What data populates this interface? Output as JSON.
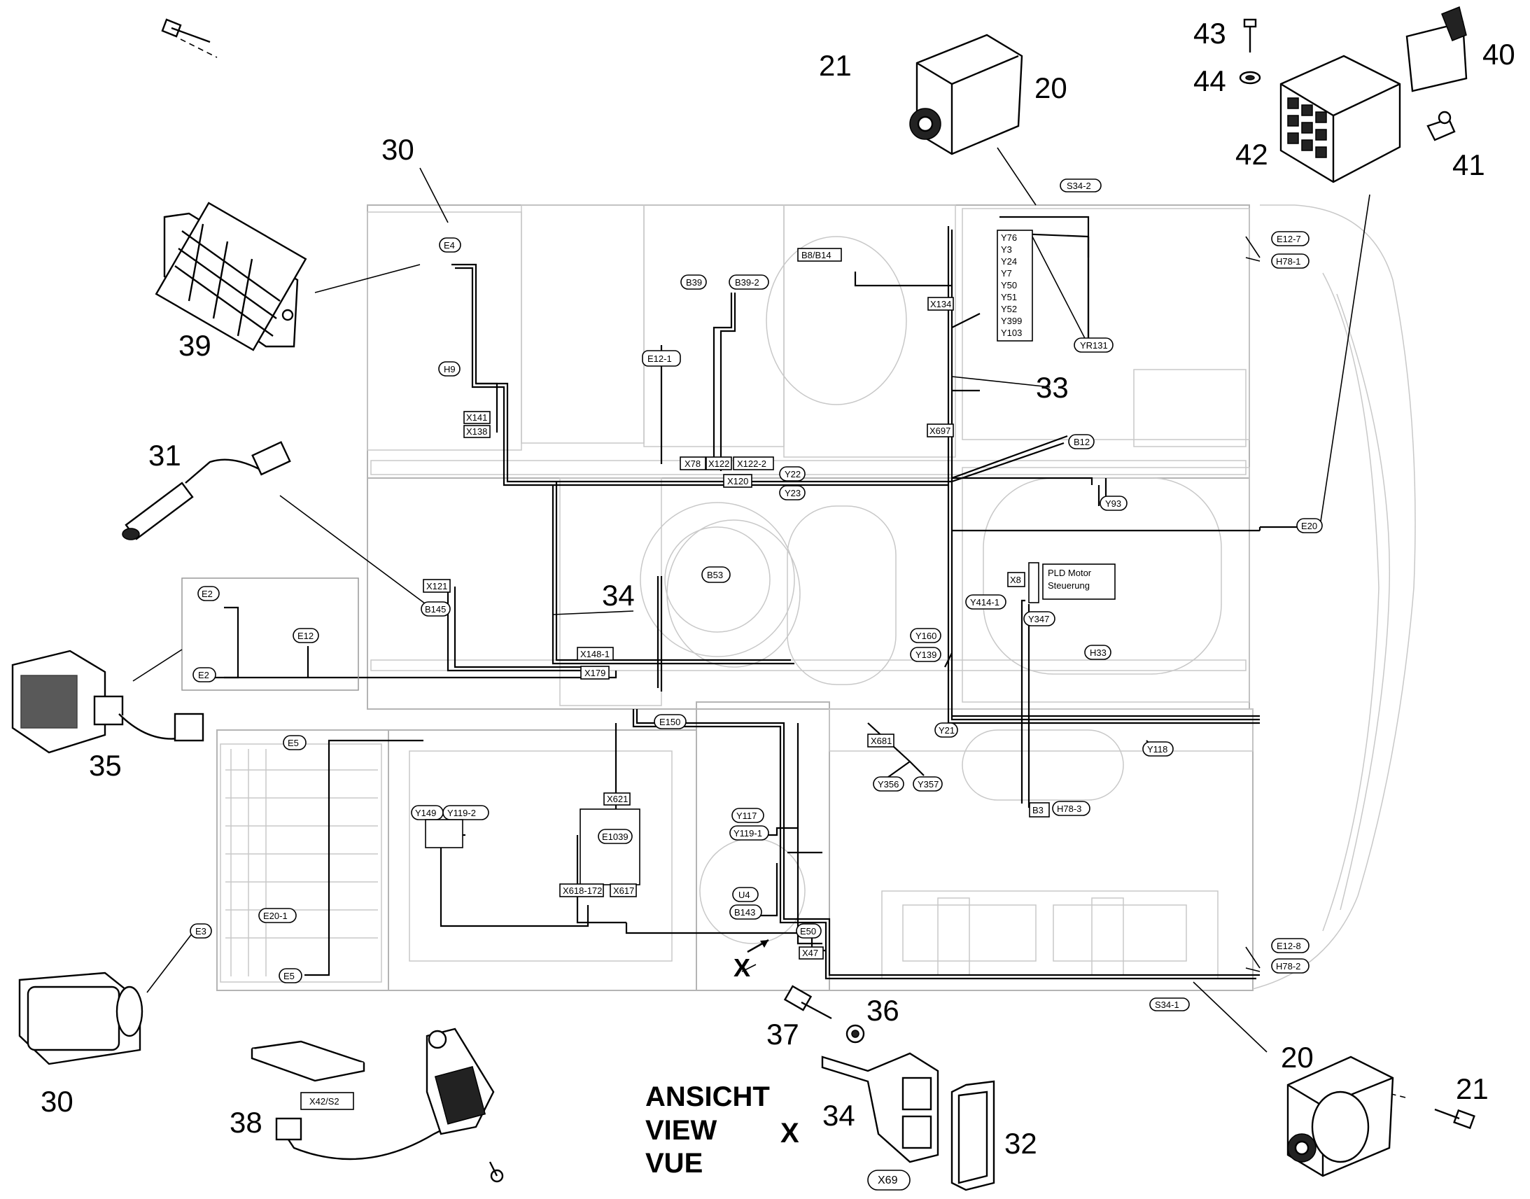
{
  "callouts": {
    "c20_top": "20",
    "c21_top": "21",
    "c43": "43",
    "c44": "44",
    "c40": "40",
    "c42": "42",
    "c41": "41",
    "c30_top": "30",
    "c39": "39",
    "c33": "33",
    "c31": "31",
    "c34": "34",
    "c35": "35",
    "c30_bottom": "30",
    "c38": "38",
    "c37": "37",
    "c36": "36",
    "c34_view": "34",
    "c32": "32",
    "c20_bottom": "20",
    "c21_bottom": "21"
  },
  "view_label": {
    "line1": "ANSICHT",
    "line2": "VIEW",
    "line3": "VUE",
    "marker": "X"
  },
  "section_marker": "X",
  "tags": {
    "s34_2": "S34-2",
    "e4": "E4",
    "b8_b14": "B8/B14",
    "y_list_title": "Y76",
    "y3": "Y3",
    "y24": "Y24",
    "y7": "Y7",
    "y50": "Y50",
    "y51": "Y51",
    "y52": "Y52",
    "y399": "Y399",
    "y103": "Y103",
    "yr131": "YR131",
    "e12_7": "E12-7",
    "h78_1": "H78-1",
    "b39": "B39",
    "b39_2": "B39-2",
    "x134": "X134",
    "e12_1": "E12-1",
    "h9": "H9",
    "x141": "X141",
    "x138": "X138",
    "x697": "X697",
    "x78": "X78",
    "x122": "X122",
    "x122_2": "X122-2",
    "x120": "X120",
    "y22": "Y22",
    "y23": "Y23",
    "b12": "B12",
    "y93": "Y93",
    "e20": "E20",
    "b53": "B53",
    "x121": "X121",
    "b145": "B145",
    "e2_top": "E2",
    "e12": "E12",
    "e2_bottom": "E2",
    "x8": "X8",
    "pld_line1": "PLD Motor",
    "pld_line2": "Steuerung",
    "y414_1": "Y414-1",
    "y347": "Y347",
    "y160": "Y160",
    "y139": "Y139",
    "h33": "H33",
    "x148_1": "X148-1",
    "x179": "X179",
    "e150": "E150",
    "x681": "X681",
    "y21": "Y21",
    "y118": "Y118",
    "e5_top": "E5",
    "y356": "Y356",
    "y357": "Y357",
    "b3": "B3",
    "h78_3": "H78-3",
    "x621": "X621",
    "y149": "Y149",
    "y119_2": "Y119-2",
    "y117": "Y117",
    "y119_1": "Y119-1",
    "e1039": "E1039",
    "u4": "U4",
    "x618_172": "X618-172",
    "x617": "X617",
    "b143": "B143",
    "e20_1": "E20-1",
    "e3": "E3",
    "e50": "E50",
    "x47": "X47",
    "e5_bottom": "E5",
    "e12_8": "E12-8",
    "h78_2": "H78-2",
    "s34_1": "S34-1",
    "x42_s2": "X42/S2",
    "x69": "X69"
  }
}
